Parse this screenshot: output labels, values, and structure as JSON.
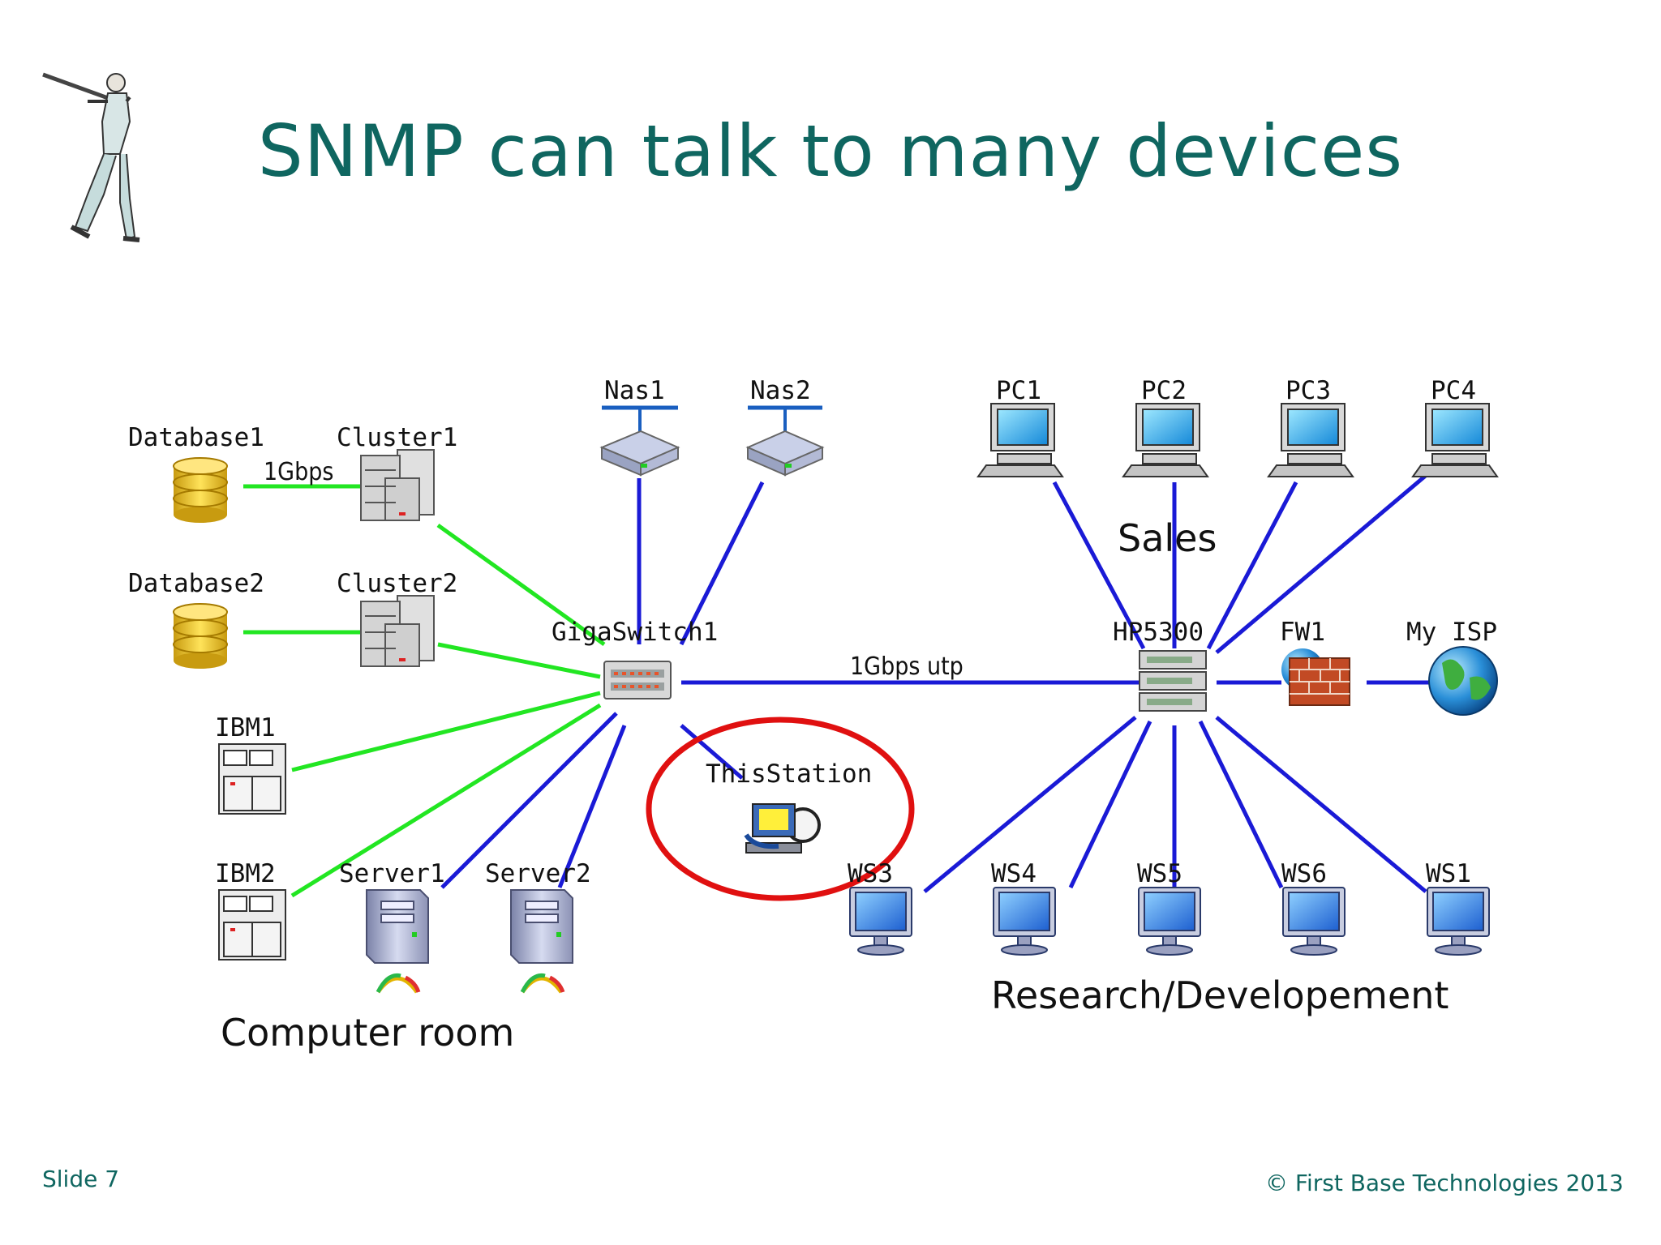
{
  "slide": {
    "title": "SNMP can talk to many devices",
    "slide_number": "Slide 7",
    "copyright": "© First Base Technologies 2013"
  },
  "diagram": {
    "nodes": {
      "database1": "Database1",
      "cluster1": "Cluster1",
      "database2": "Database2",
      "cluster2": "Cluster2",
      "ibm1": "IBM1",
      "ibm2": "IBM2",
      "server1": "Server1",
      "server2": "Server2",
      "nas1": "Nas1",
      "nas2": "Nas2",
      "gigaswitch1": "GigaSwitch1",
      "thisstation": "ThisStation",
      "pc1": "PC1",
      "pc2": "PC2",
      "pc3": "PC3",
      "pc4": "PC4",
      "hp5300": "HP5300",
      "fw1": "FW1",
      "myisp": "My ISP",
      "ws3": "WS3",
      "ws4": "WS4",
      "ws5": "WS5",
      "ws6": "WS6",
      "ws1": "WS1"
    },
    "links": {
      "db1_cluster1": "1Gbps",
      "giga_hp": "1Gbps utp"
    },
    "groups": {
      "computer_room": "Computer room",
      "sales": "Sales",
      "research": "Research/Developement"
    },
    "colors": {
      "fast_link": "#22e622",
      "utp_link": "#1a1ad6",
      "highlight_circle": "#e01010",
      "title": "#0f6660"
    }
  }
}
